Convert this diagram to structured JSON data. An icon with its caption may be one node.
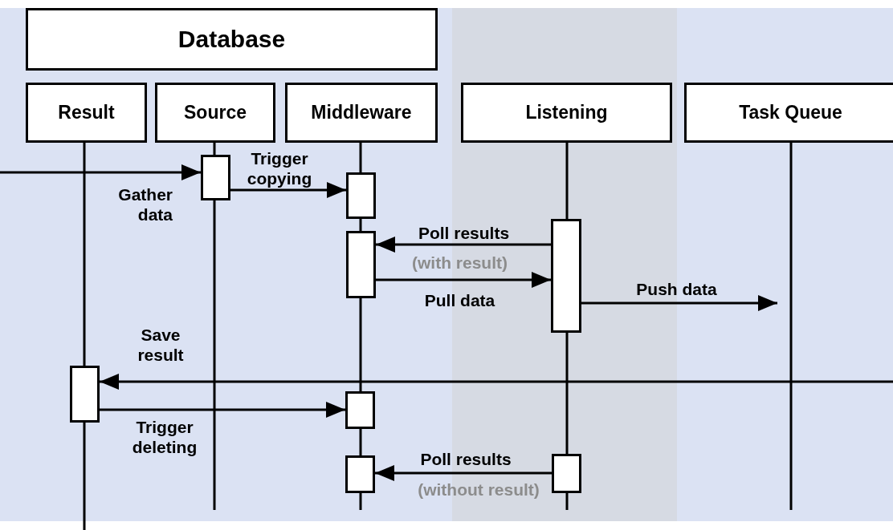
{
  "diagram": {
    "nodes": [
      {
        "text": [
          "Database"
        ]
      },
      {
        "text": [
          "Result"
        ]
      },
      {
        "text": [
          "Source"
        ]
      },
      {
        "text": [
          "Middleware"
        ]
      },
      {
        "text": [
          "Listening"
        ]
      },
      {
        "text": [
          "Task Queue"
        ]
      },
      {
        "text": [],
        "shape": "box"
      },
      {
        "text": [],
        "shape": "box"
      },
      {
        "text": [],
        "shape": "box"
      },
      {
        "text": [],
        "shape": "box"
      },
      {
        "text": [],
        "shape": "box"
      },
      {
        "text": [],
        "shape": "box"
      },
      {
        "text": [],
        "shape": "box"
      },
      {
        "text": [],
        "shape": "box"
      }
    ],
    "edges": [
      {
        "from": null,
        "to": 6,
        "arrow": "to",
        "label": "Gather data"
      },
      {
        "from": 6,
        "to": 7,
        "arrow": "to",
        "label": "Trigger copying"
      },
      {
        "from": 9,
        "to": 8,
        "arrow": "to",
        "label": "Poll results"
      },
      {
        "from": 8,
        "to": 9,
        "arrow": "to",
        "label": "Pull data"
      },
      {
        "from": 9,
        "to": null,
        "arrow": "to",
        "label": "Push data"
      },
      {
        "from": null,
        "to": 10,
        "arrow": "to",
        "label": "Save result"
      },
      {
        "from": 10,
        "to": 11,
        "arrow": "to",
        "label": "Trigger deleting"
      },
      {
        "from": 13,
        "to": 12,
        "arrow": "to",
        "label": "Poll results"
      }
    ],
    "labels": [
      "(with result)",
      "(without result)"
    ]
  }
}
